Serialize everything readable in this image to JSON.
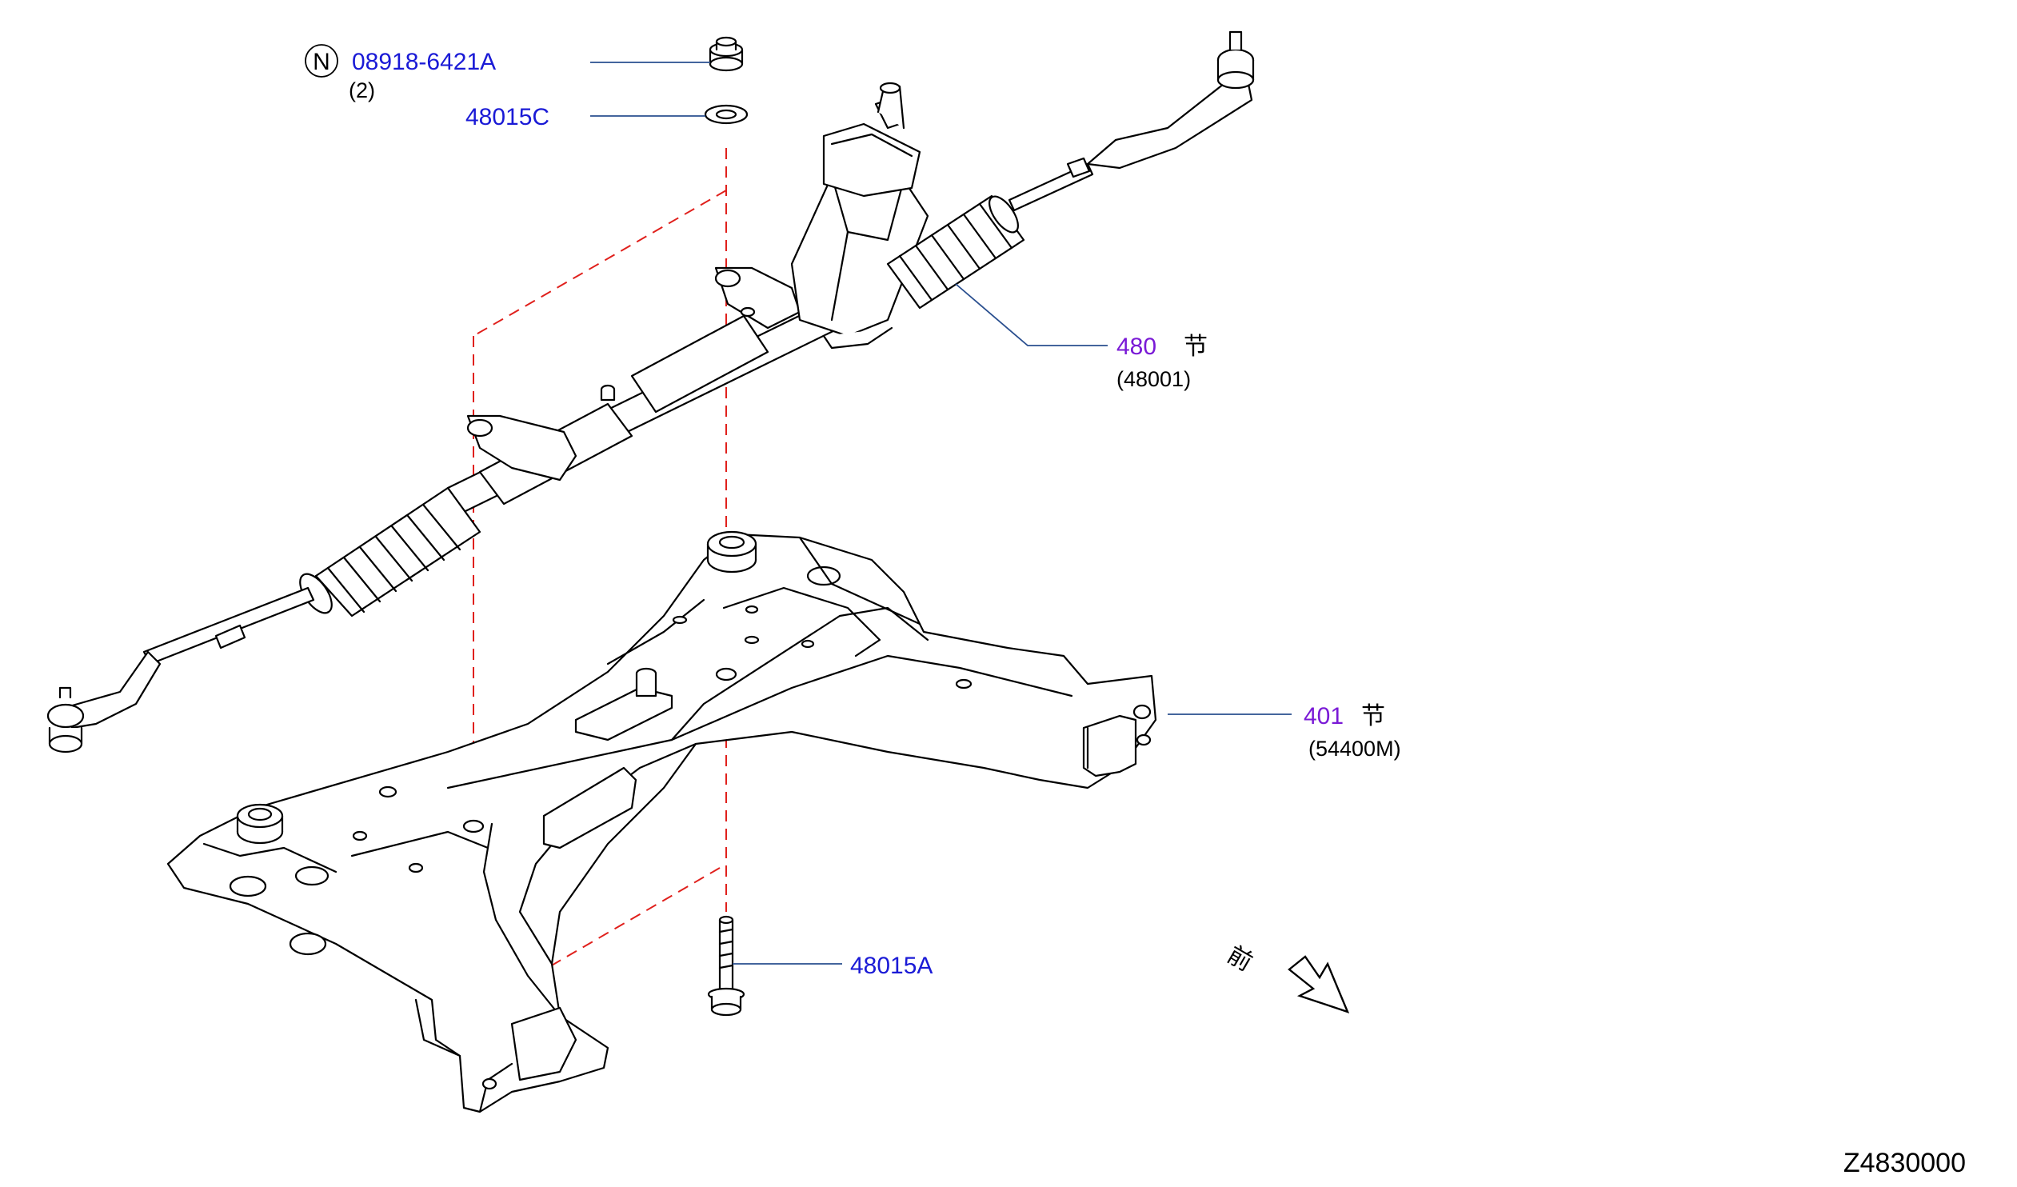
{
  "colors": {
    "part_number_link": "#1a1ad6",
    "assembly_link": "#7a1ad6",
    "leader_line": "#2a4f8f",
    "centerline": "#e0201c"
  },
  "callouts": [
    {
      "id": "nut",
      "part_number": "08918-6421A",
      "badge": "N",
      "quantity": "(2)"
    },
    {
      "id": "washer",
      "part_number": "48015C"
    },
    {
      "id": "steering-gear",
      "part_number": "480",
      "glyph": "节",
      "sub_number": "(48001)"
    },
    {
      "id": "crossmember",
      "part_number": "401",
      "glyph": "节",
      "sub_number": "(54400M)"
    },
    {
      "id": "bolt",
      "part_number": "48015A"
    }
  ],
  "front_indicator": {
    "glyph": "前",
    "icon": "front-direction-arrow-icon"
  },
  "diagram_code": "Z4830000"
}
